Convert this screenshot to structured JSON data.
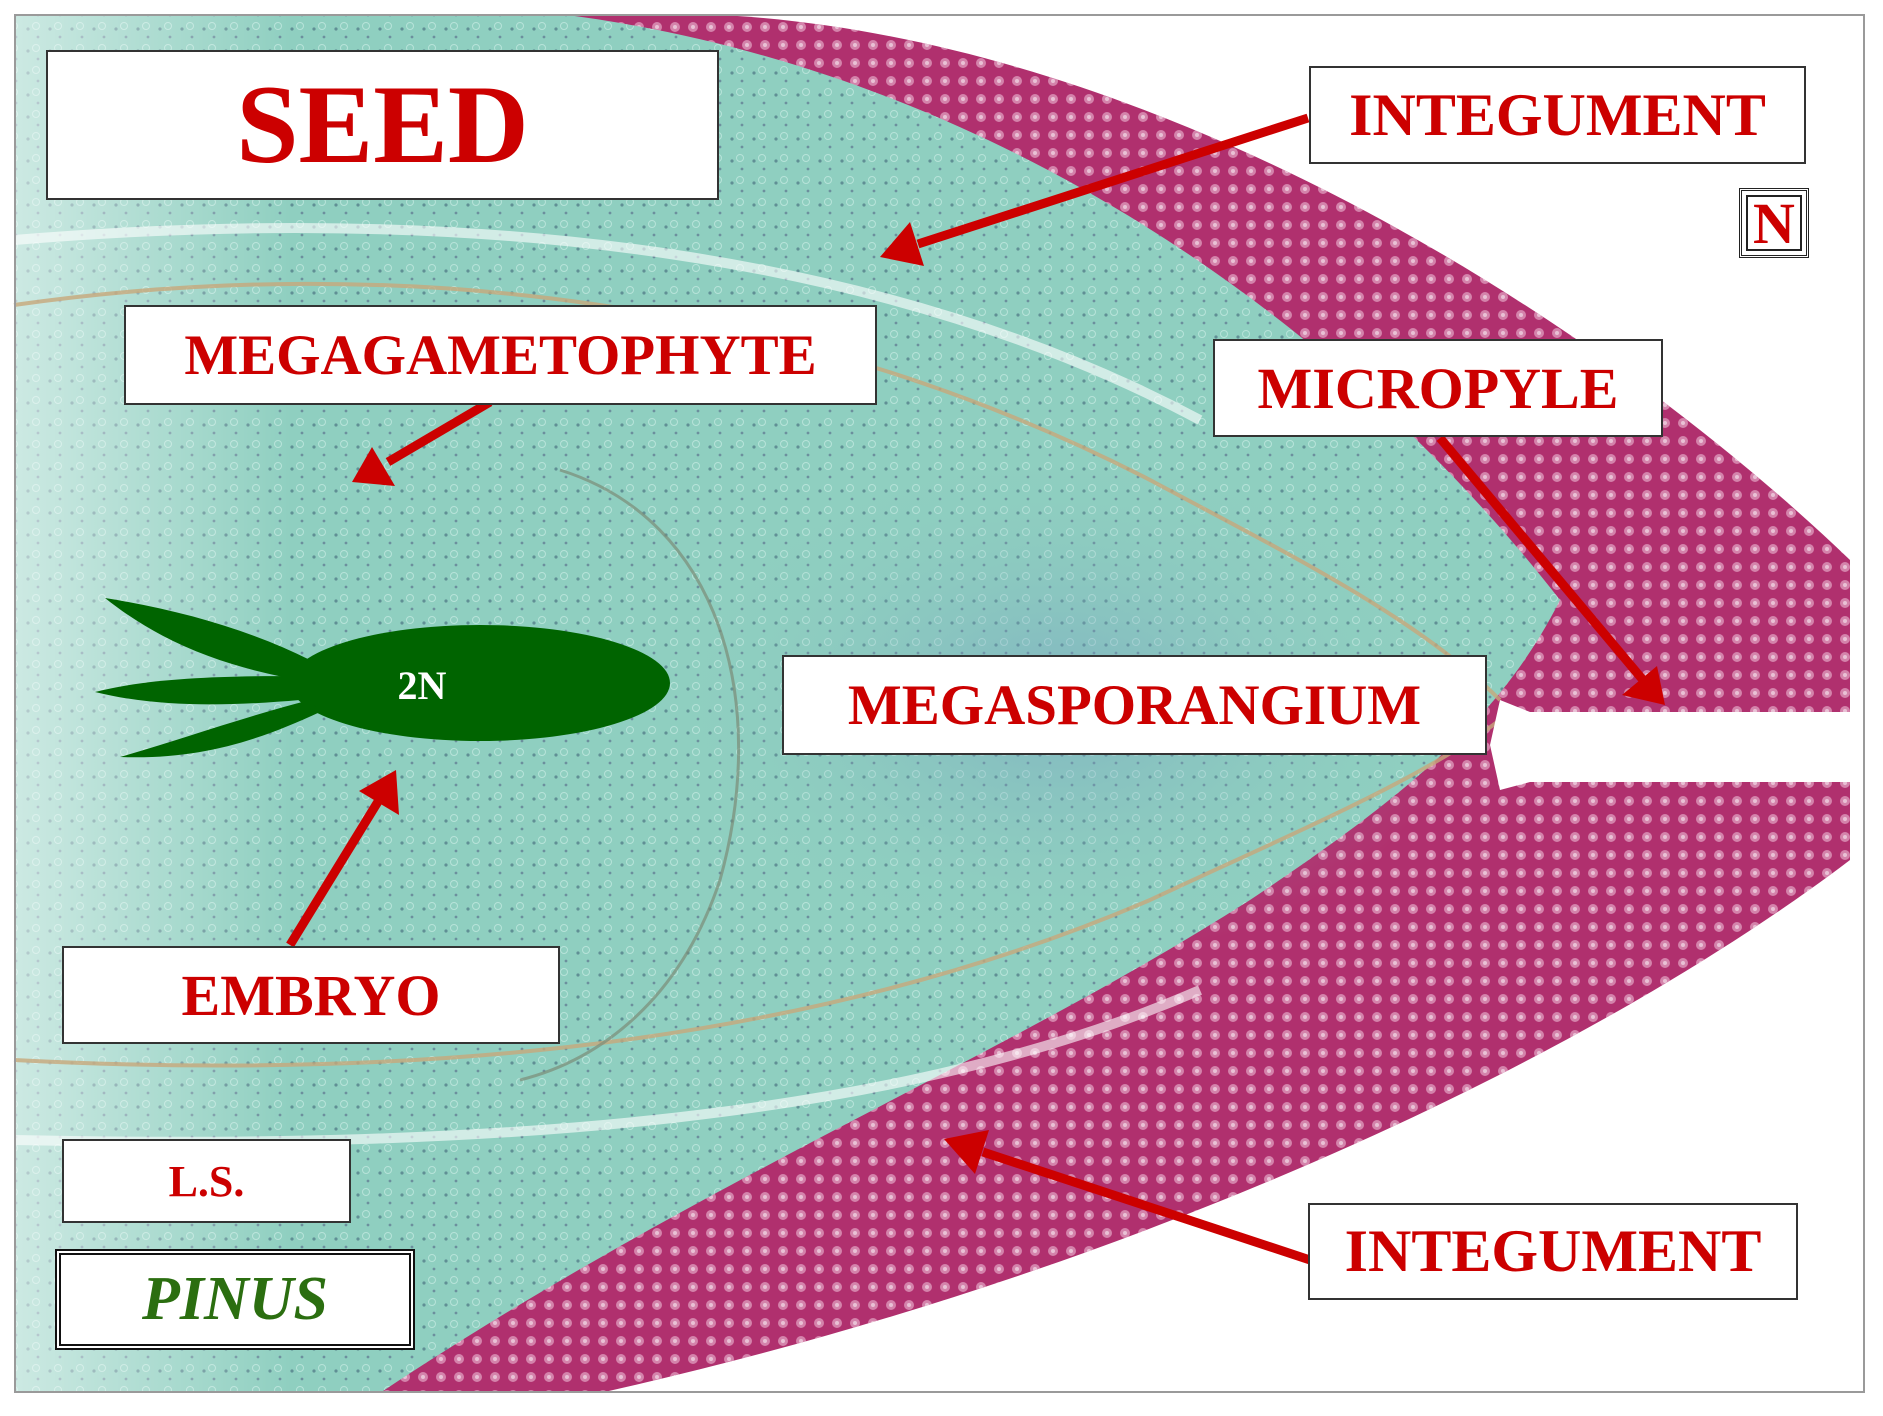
{
  "title": "SEED",
  "labels": {
    "integument_top": "INTEGUMENT",
    "ploidy_n": "N",
    "megagametophyte": "MEGAGAMETOPHYTE",
    "micropyle": "MICROPYLE",
    "megasporangium": "MEGASPORANGIUM",
    "embryo": "EMBRYO",
    "integument_bottom": "INTEGUMENT",
    "section_type": "L.S.",
    "genus": "PINUS",
    "embryo_ploidy": "2N"
  },
  "colors": {
    "label_text": "#cc0000",
    "arrow": "#cc0000",
    "embryo": "#006400",
    "genus_text": "#2b6e10",
    "integument_tissue": "#b0306e",
    "nucellus_tissue": "#8fcfc0"
  }
}
